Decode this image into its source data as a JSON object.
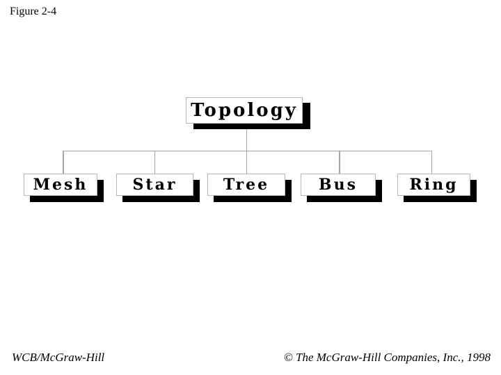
{
  "slide": {
    "figure_label": "Figure 2-4",
    "footer_left": "WCB/McGraw-Hill",
    "footer_right": "© The McGraw-Hill Companies, Inc., 1998"
  },
  "diagram": {
    "type": "hierarchy",
    "root": {
      "label": "Topology"
    },
    "children": [
      {
        "label": "Mesh"
      },
      {
        "label": "Star"
      },
      {
        "label": "Tree"
      },
      {
        "label": "Bus"
      },
      {
        "label": "Ring"
      }
    ]
  },
  "colors": {
    "background": "#ffffff",
    "text": "#000000",
    "box_fill": "#ffffff",
    "box_border": "#b5b5b5",
    "box_shadow": "#000000",
    "connector": "#a6a6a6"
  }
}
